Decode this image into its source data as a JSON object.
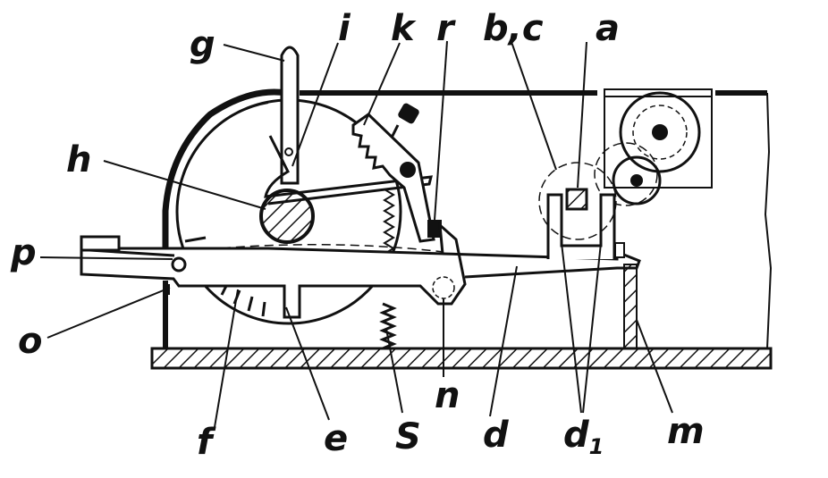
{
  "colors": {
    "ink": "#111111",
    "paper": "#ffffff"
  },
  "labels": {
    "g": "g",
    "i": "i",
    "k": "k",
    "r": "r",
    "bc": "b,c",
    "a": "a",
    "h": "h",
    "p": "p",
    "o": "o",
    "f": "f",
    "e": "e",
    "s": "S",
    "n": "n",
    "d": "d",
    "d1_main": "d",
    "d1_sub": "1",
    "m": "m"
  }
}
